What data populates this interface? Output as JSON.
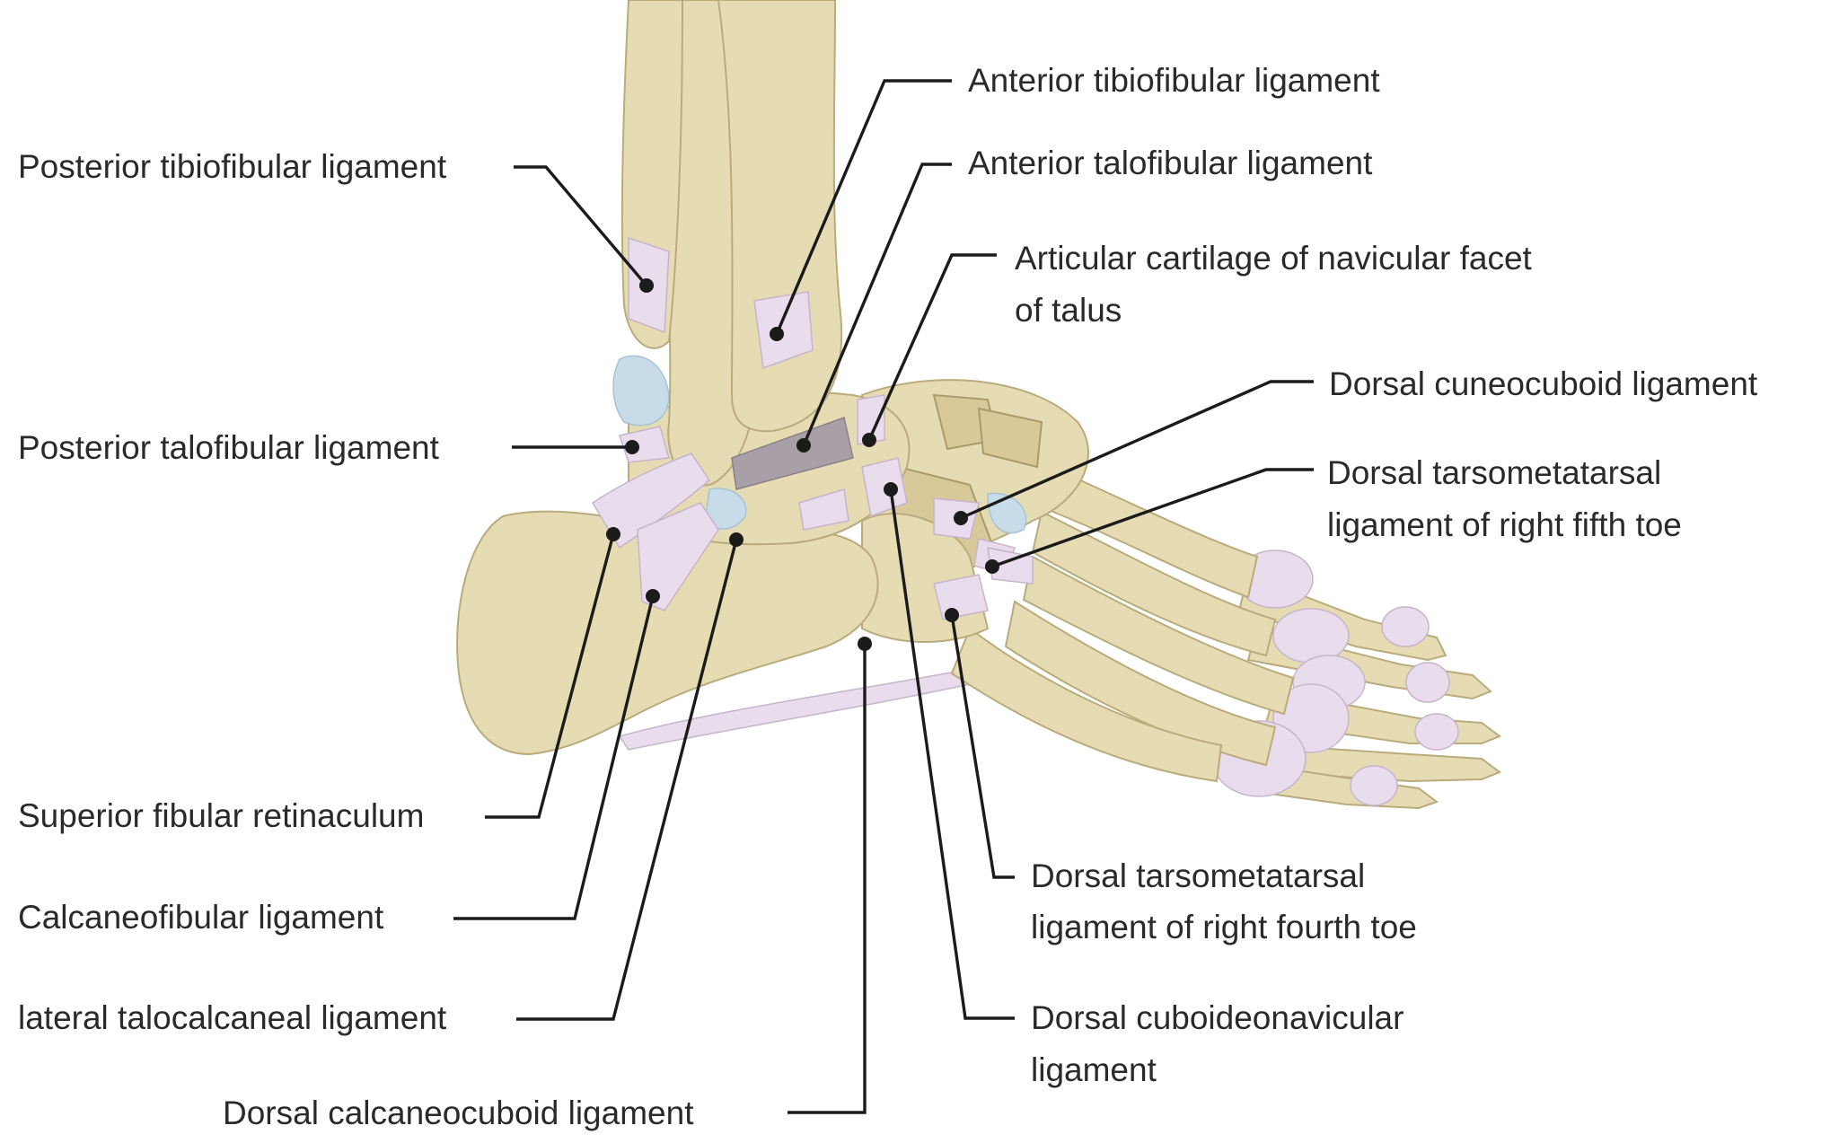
{
  "labels": {
    "anterior_tibiofibular": "Anterior tibiofibular ligament",
    "anterior_talofibular": "Anterior talofibular ligament",
    "articular_cartilage_line1": "Articular cartilage of navicular facet",
    "articular_cartilage_line2": "of talus",
    "posterior_tibiofibular": "Posterior tibiofibular ligament",
    "dorsal_cuneocuboid": "Dorsal cuneocuboid ligament",
    "posterior_talofibular": "Posterior talofibular ligament",
    "dorsal_tmt_fifth_line1": "Dorsal tarsometatarsal",
    "dorsal_tmt_fifth_line2": "ligament of right fifth toe",
    "superior_fibular_retinaculum": "Superior fibular retinaculum",
    "calcaneofibular": "Calcaneofibular ligament",
    "lateral_talocalcaneal": "lateral talocalcaneal ligament",
    "dorsal_calcaneocuboid": "Dorsal calcaneocuboid ligament",
    "dorsal_tmt_fourth_line1": "Dorsal tarsometatarsal",
    "dorsal_tmt_fourth_line2": "ligament of right fourth toe",
    "dorsal_cuboideonavicular_line1": "Dorsal cuboideonavicular",
    "dorsal_cuboideonavicular_line2": "ligament"
  },
  "colors": {
    "bone": "#e6dcb4",
    "ligament": "#e9dcec",
    "cartilage": "#c8dbe8",
    "leader": "#1b1b1b",
    "text": "#2a2a2a"
  }
}
